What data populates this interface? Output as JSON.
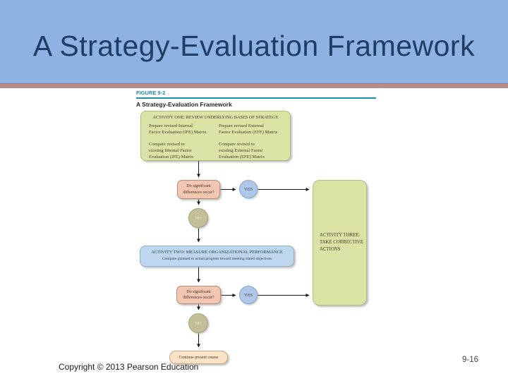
{
  "slide": {
    "title": "A Strategy-Evaluation Framework",
    "footer": {
      "copyright": "Copyright © 2013 Pearson Education",
      "page_number": "9-16"
    }
  },
  "figure": {
    "label": "FIGURE 9-2",
    "caption": "A Strategy-Evaluation Framework",
    "activity_one": {
      "title": "ACTIVITY ONE: REVIEW UNDERLYING BASES OF STRATEGY",
      "cells": [
        "Prepare revised Internal\nFactor Evaluation (IFE) Matrix",
        "Prepare revised External\nFactor Evaluation (EFE) Matrix",
        "Compare revised to\nexisting Internal Factor\nEvaluation (IFE) Matrix",
        "Compare revised to\nexisting External Factor\nEvaluation (EFE) Matrix"
      ]
    },
    "decision_one": "Do significant\ndifferences occur?",
    "yes_label": "YES",
    "no_label": "NO",
    "activity_two": {
      "title": "ACTIVITY TWO: MEASURE ORGANIZATIONAL PERFORMANCE",
      "subtitle": "Compare planned to actual progress toward meeting stated objectives"
    },
    "decision_two": "Do significant\ndifferences occur?",
    "activity_three": "ACTIVITY THREE:\nTAKE CORRECTIVE\nACTIONS",
    "continue_label": "Continue present course"
  },
  "colors": {
    "header_blue": "#8EB3E2",
    "title_text": "#1F3C64",
    "accent_bar": "#BA8D8D",
    "figure_teal": "#1F8FAE",
    "box_green": "#DCE3A6",
    "box_blue": "#BFD6EF",
    "decision_pink": "#F2C6B1",
    "yes_blue": "#AFC8EA",
    "no_olive": "#C2BF99",
    "continue_peach": "#FAE3C6"
  }
}
